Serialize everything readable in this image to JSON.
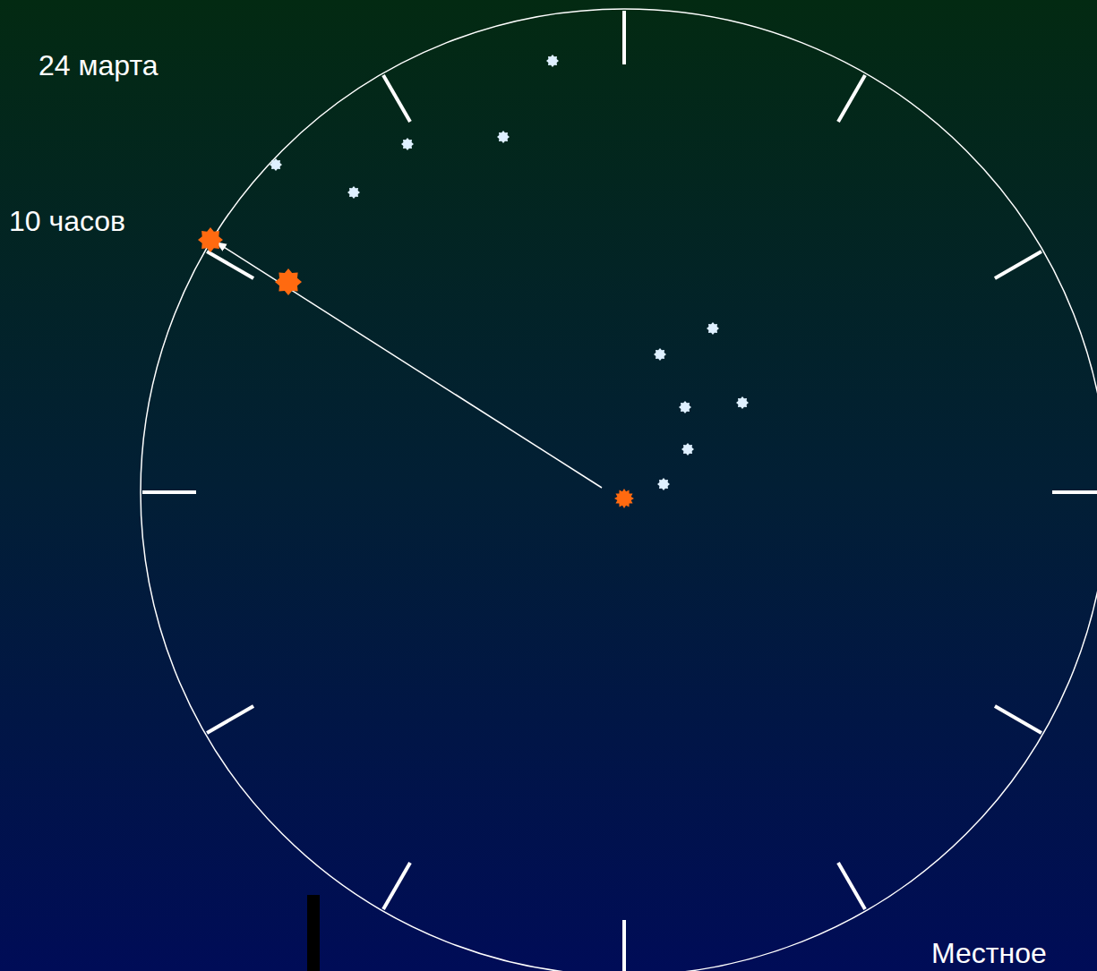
{
  "diagram": {
    "labels": [
      "24 марта",
      "10 часов",
      "Местное"
    ]
  }
}
